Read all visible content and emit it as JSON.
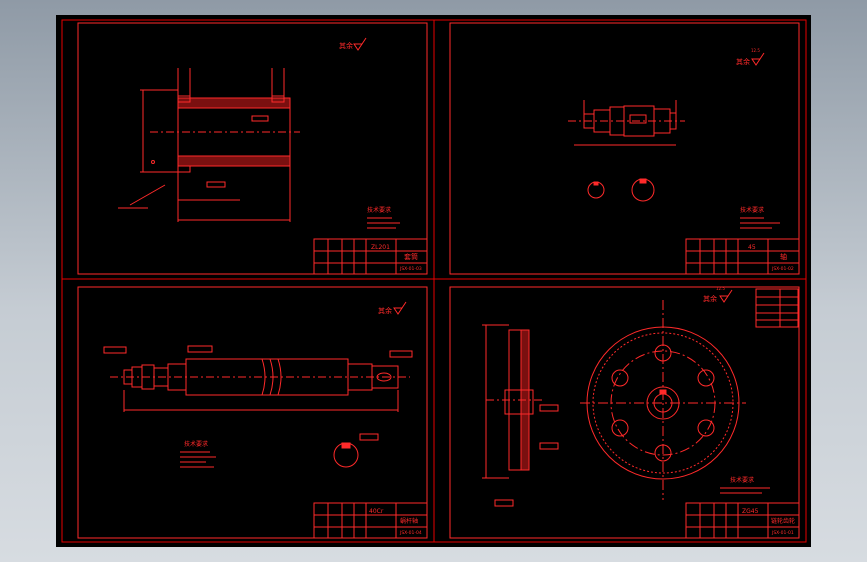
{
  "colors": {
    "page_bg": "#000000",
    "outer_frame": "#e60000",
    "drawing_line": "#ff2a2a",
    "background_gradient_top": "#8f9aa6",
    "background_gradient_bottom": "#d7dce1"
  },
  "sheets": {
    "top_left": {
      "roughness_label": "其余",
      "title_material": "ZL201",
      "title_part_name": "套筒",
      "title_drawing_no": "JSX-01-03",
      "tech_req_title": "技术要求"
    },
    "top_right": {
      "roughness_label": "其余",
      "roughness_value": "12.5",
      "title_material": "45",
      "title_part_name": "轴",
      "title_drawing_no": "JSX-01-02",
      "tech_req_title": "技术要求"
    },
    "bottom_left": {
      "roughness_label": "其余",
      "title_material": "40Cr",
      "title_part_name": "蜗杆轴",
      "title_drawing_no": "JSX-01-04",
      "tech_req_title": "技术要求"
    },
    "bottom_right": {
      "roughness_label": "其余",
      "roughness_value": "12.5",
      "title_material": "ZG45",
      "title_part_name": "链轮齿轮",
      "title_drawing_no": "JSX-01-01",
      "tech_req_title": "技术要求"
    }
  }
}
